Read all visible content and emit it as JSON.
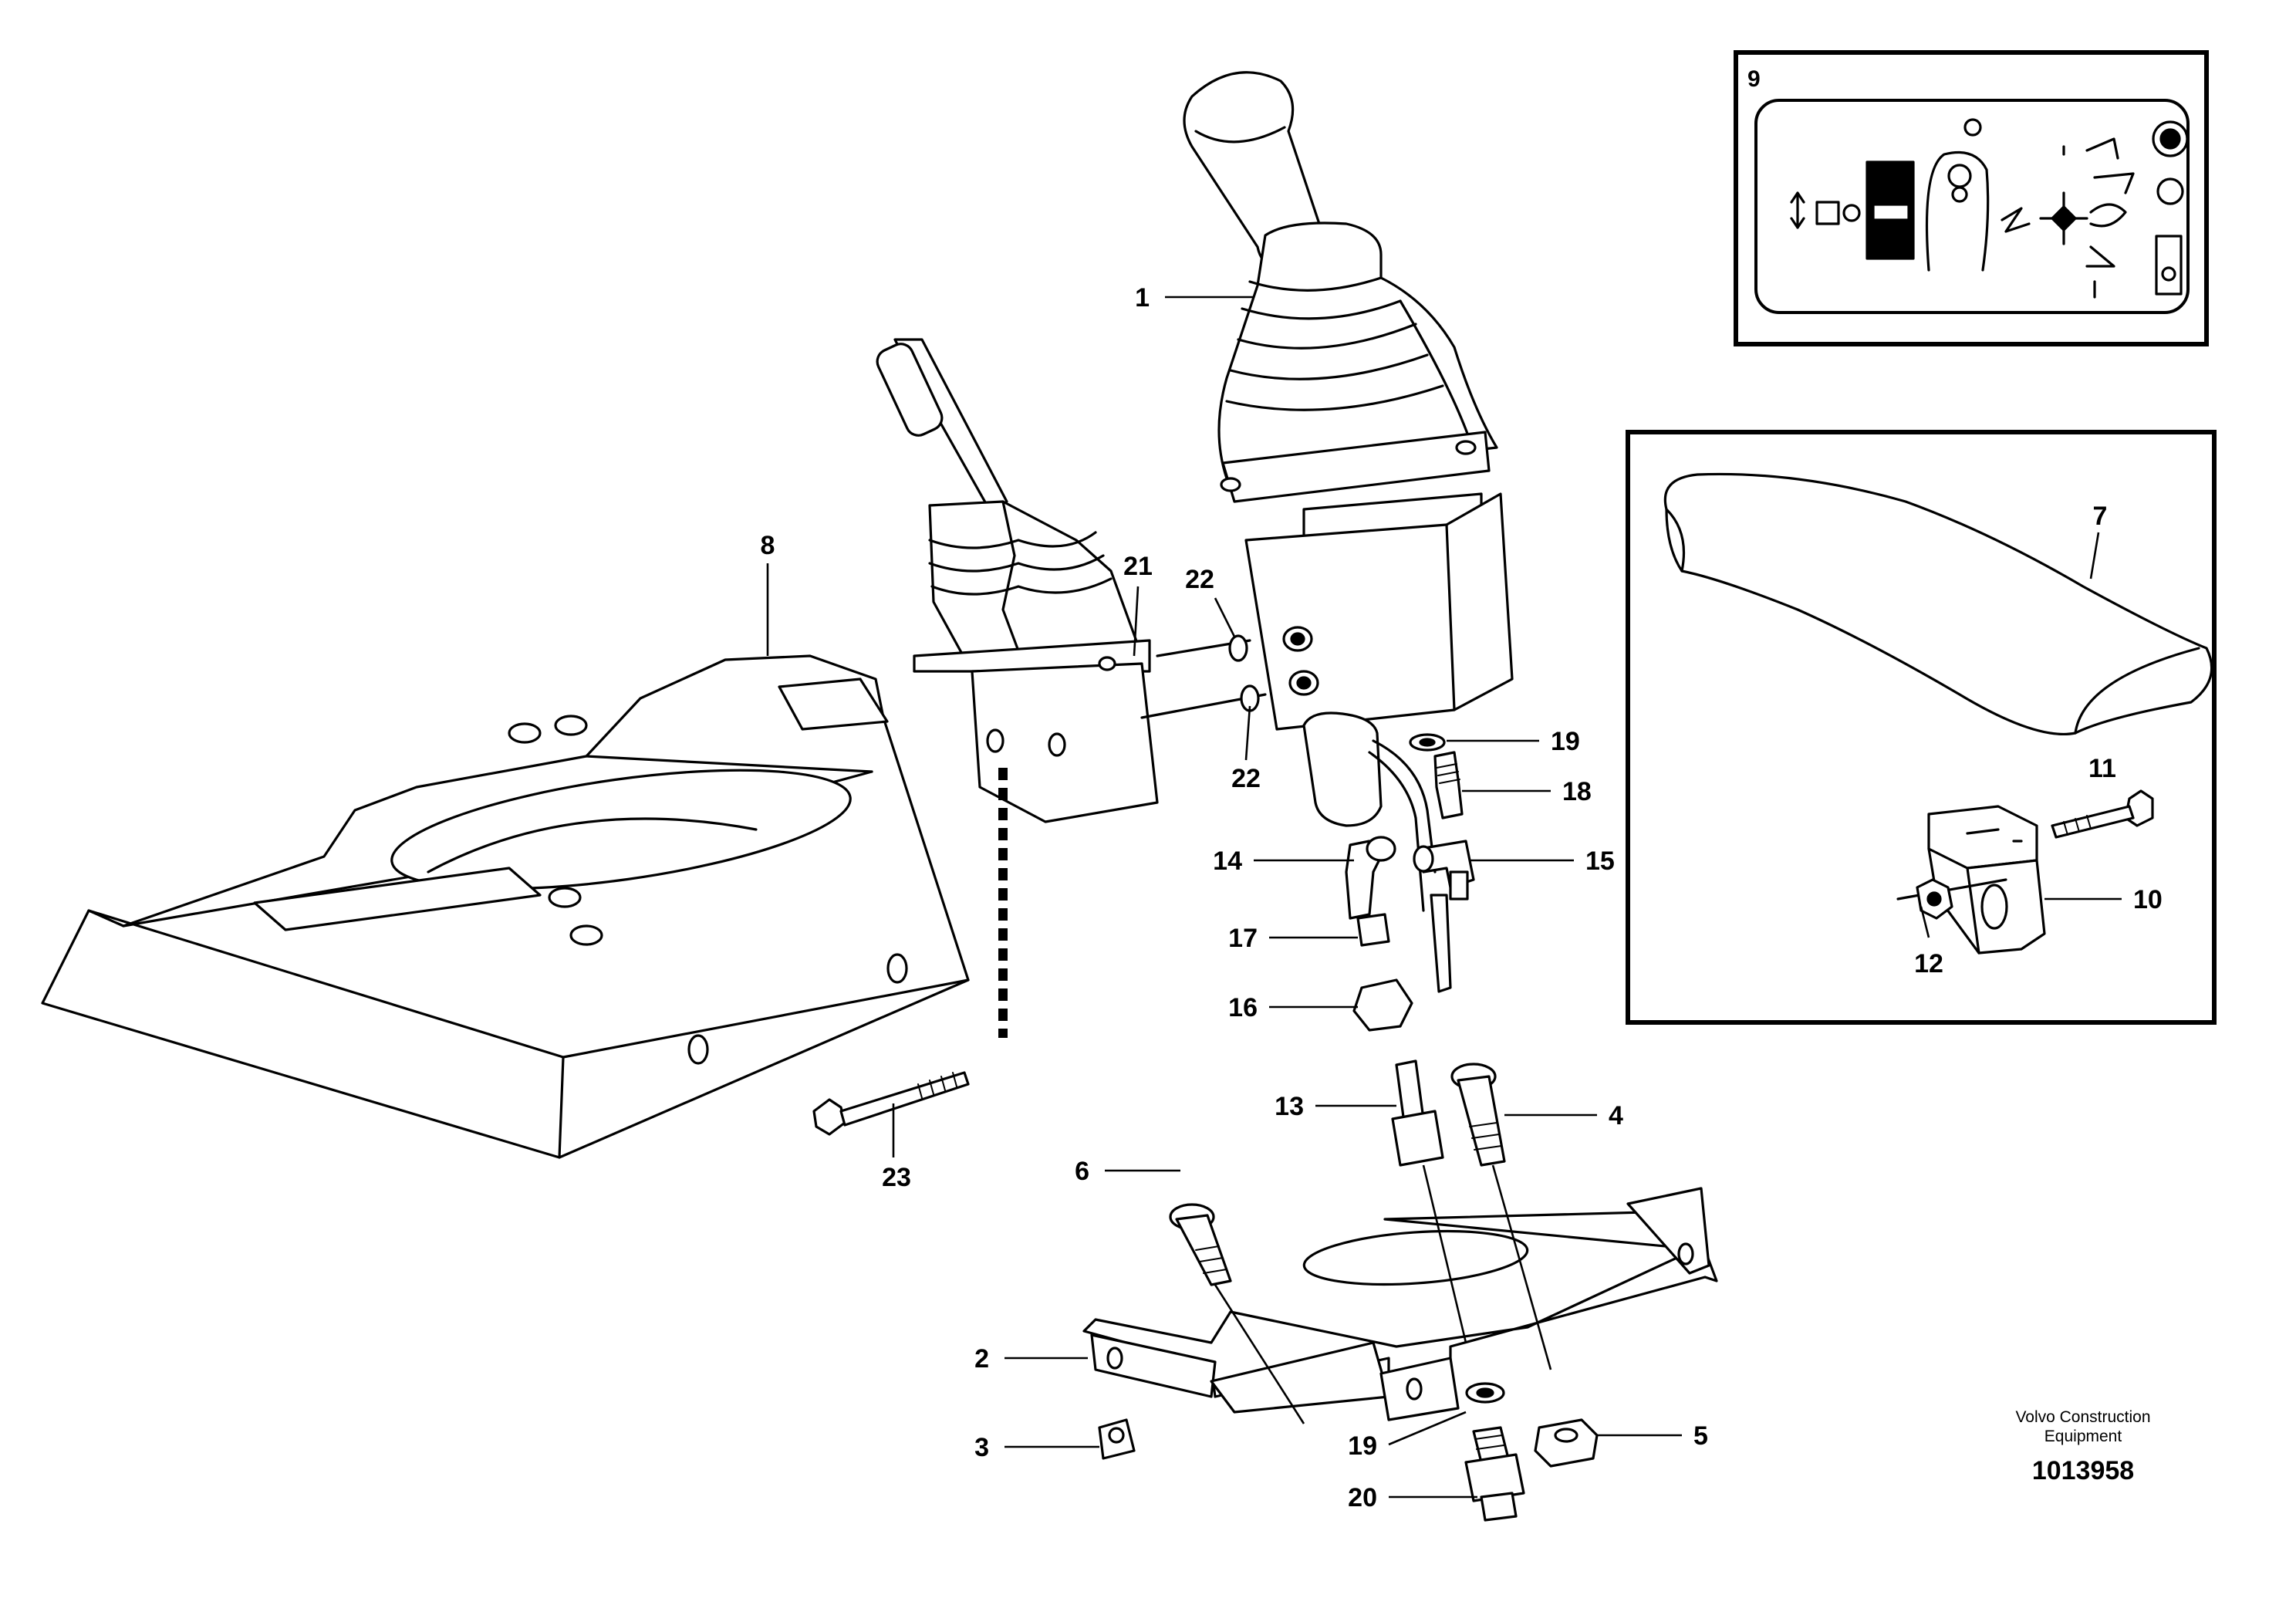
{
  "callouts": {
    "c1": "1",
    "c2": "2",
    "c3": "3",
    "c4": "4",
    "c5": "5",
    "c6": "6",
    "c7": "7",
    "c8": "8",
    "c9": "9",
    "c10": "10",
    "c11": "11",
    "c12": "12",
    "c13": "13",
    "c14": "14",
    "c15": "15",
    "c16": "16",
    "c17": "17",
    "c18": "18",
    "c19a": "19",
    "c19b": "19",
    "c20": "20",
    "c21": "21",
    "c22a": "22",
    "c22b": "22",
    "c23": "23"
  },
  "footer": {
    "company_line1": "Volvo Construction",
    "company_line2": "Equipment",
    "drawing_number": "1013958"
  }
}
